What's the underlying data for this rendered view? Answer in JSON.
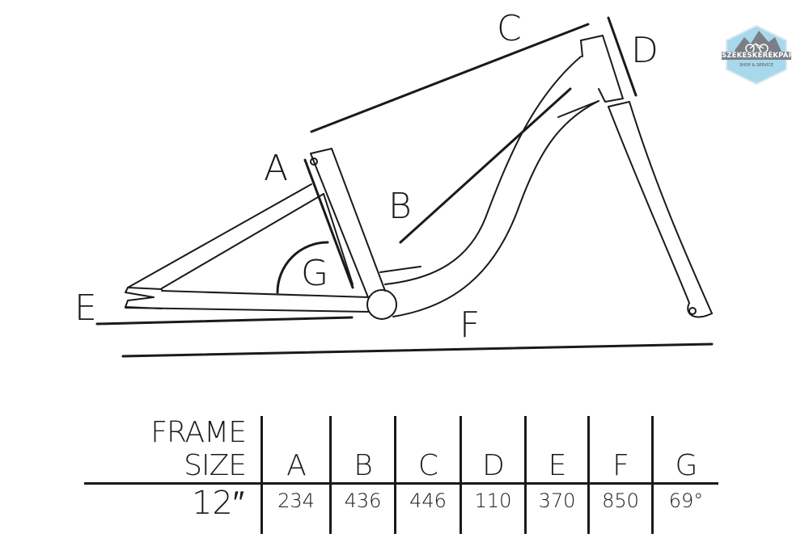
{
  "logo": {
    "name": "SZÉKESKERÉKPÁR",
    "tagline": "SHOP & SERVICE"
  },
  "labels": {
    "A": "A",
    "B": "B",
    "C": "C",
    "D": "D",
    "E": "E",
    "F": "F",
    "G": "G"
  },
  "table": {
    "header": [
      "FRAME SIZE",
      "A",
      "B",
      "C",
      "D",
      "E",
      "F",
      "G"
    ],
    "rows": [
      [
        "12″",
        "234",
        "436",
        "446",
        "110",
        "370",
        "850",
        "69°"
      ]
    ]
  },
  "colors": {
    "line": "#1a1a1a",
    "logo_bg": "#a8d8ec",
    "logo_banner": "#7a7f86"
  }
}
